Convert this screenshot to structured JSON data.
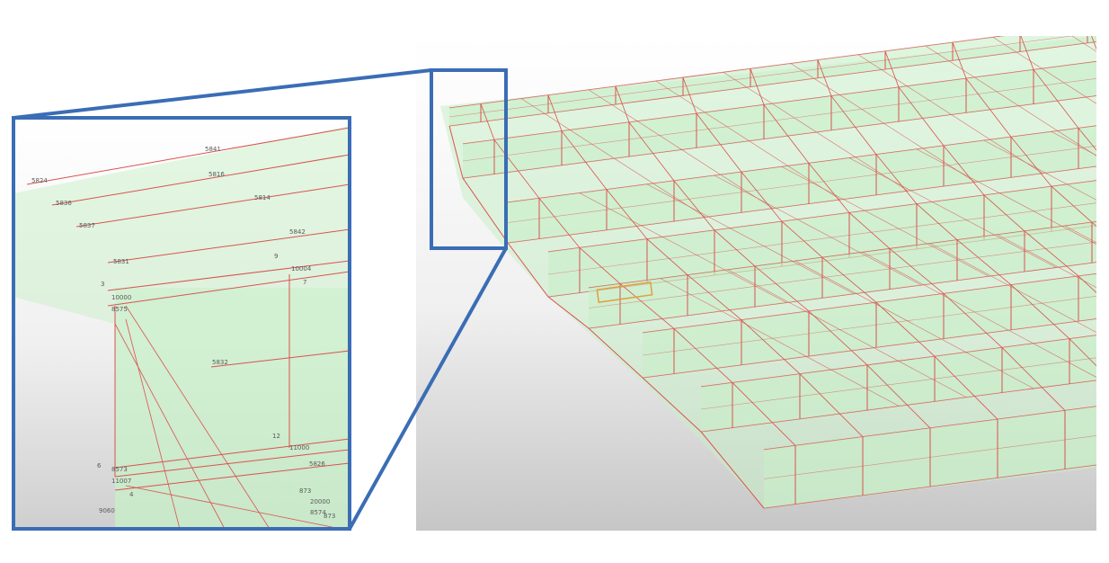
{
  "colors": {
    "mesh_line": "#d9534f",
    "mesh_fill": "#c8efc8",
    "callout": "#3a6db5",
    "bg_top": "#ffffff",
    "bg_bottom": "#c8c8c8",
    "highlight": "#e0a040"
  },
  "inset": {
    "node_labels": [
      "5824",
      "5841",
      "5836",
      "5816",
      "5837",
      "5814",
      "5842",
      "5831",
      "9",
      "10004",
      "3",
      "7",
      "10000",
      "8575",
      "5832",
      "12",
      "11000",
      "5826",
      "6",
      "8573",
      "11007",
      "4",
      "873",
      "20000",
      "8574",
      "873",
      "9060"
    ]
  }
}
